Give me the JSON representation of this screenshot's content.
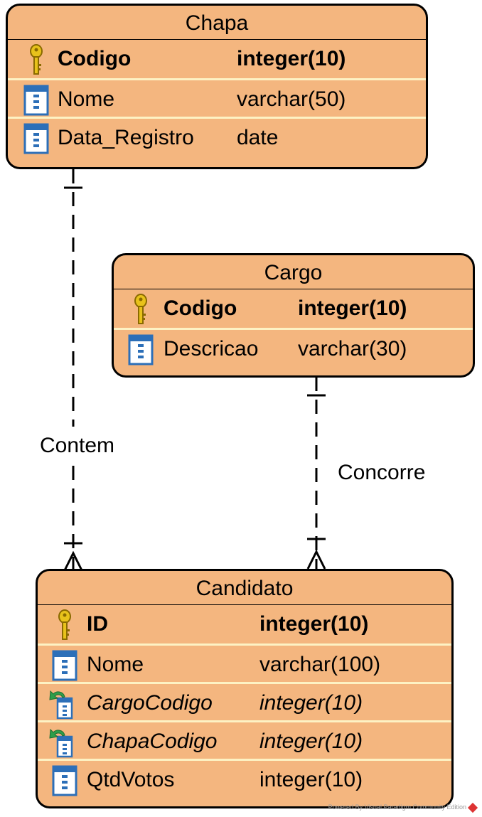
{
  "entities": {
    "chapa": {
      "title": "Chapa",
      "columns": [
        {
          "name": "Codigo",
          "type": "integer(10)",
          "kind": "primary-key"
        },
        {
          "name": "Nome",
          "type": "varchar(50)",
          "kind": "column"
        },
        {
          "name": "Data_Registro",
          "type": "date",
          "kind": "column"
        }
      ]
    },
    "cargo": {
      "title": "Cargo",
      "columns": [
        {
          "name": "Codigo",
          "type": "integer(10)",
          "kind": "primary-key"
        },
        {
          "name": "Descricao",
          "type": "varchar(30)",
          "kind": "column"
        }
      ]
    },
    "candidato": {
      "title": "Candidato",
      "columns": [
        {
          "name": "ID",
          "type": "integer(10)",
          "kind": "primary-key"
        },
        {
          "name": "Nome",
          "type": "varchar(100)",
          "kind": "column"
        },
        {
          "name": "CargoCodigo",
          "type": "integer(10)",
          "kind": "foreign-key"
        },
        {
          "name": "ChapaCodigo",
          "type": "integer(10)",
          "kind": "foreign-key"
        },
        {
          "name": "QtdVotos",
          "type": "integer(10)",
          "kind": "column"
        }
      ]
    }
  },
  "relationships": [
    {
      "label": "Contem",
      "from": "Chapa",
      "to": "Candidato",
      "from_cardinality": "one",
      "to_cardinality": "many"
    },
    {
      "label": "Concorre",
      "from": "Cargo",
      "to": "Candidato",
      "from_cardinality": "one",
      "to_cardinality": "many"
    }
  ],
  "icons": {
    "primary_key": "key-icon",
    "column": "column-icon",
    "foreign_key": "foreign-key-icon"
  },
  "colors": {
    "entity_fill": "#F4B67F",
    "row_separator": "#FDF2C4",
    "key_gold": "#E8C21B",
    "column_blue": "#2C6FB8"
  },
  "watermark": "Powered By  Visual Paradigm Community Edition"
}
